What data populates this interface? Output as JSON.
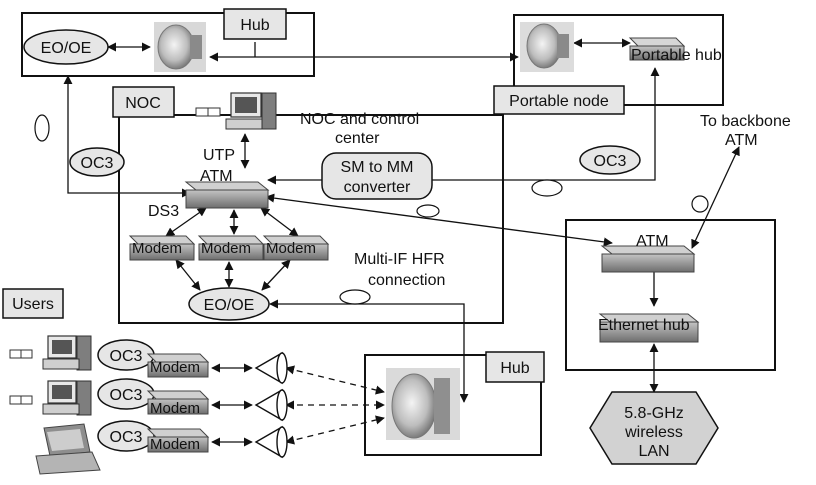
{
  "colors": {
    "background": "#ffffff",
    "line": "#111111",
    "label_box_fill": "#e6e6e6",
    "device_fill": "#9a9a9a",
    "device_dark": "#5a5a5a",
    "hexagon_fill": "#d2d2d2"
  },
  "labels": {
    "hub_top": "Hub",
    "eo_oe_top": "EO/OE",
    "portable_hub": "Portable hub",
    "portable_node": "Portable node",
    "noc": "NOC",
    "noc_control_line1": "NOC and control",
    "noc_control_line2": "center",
    "utp": "UTP",
    "atm_noc": "ATM",
    "sm_mm_line1": "SM to MM",
    "sm_mm_line2": "converter",
    "oc3_left": "OC3",
    "oc3_right": "OC3",
    "ds3": "DS3",
    "modem_1": "Modem",
    "modem_2": "Modem",
    "modem_3": "Modem",
    "multi_if_line1": "Multi-IF HFR",
    "multi_if_line2": "connection",
    "eo_oe_noc": "EO/OE",
    "to_backbone_line1": "To backbone",
    "to_backbone_line2": "ATM",
    "atm_lan": "ATM",
    "ethernet_hub": "Ethernet hub",
    "wlan_line1": "5.8-GHz",
    "wlan_line2": "wireless",
    "wlan_line3": "LAN",
    "users": "Users",
    "user_oc3_1": "OC3",
    "user_oc3_2": "OC3",
    "user_oc3_3": "OC3",
    "user_modem_1": "Modem",
    "user_modem_2": "Modem",
    "user_modem_3": "Modem",
    "hub_bottom": "Hub"
  },
  "icons": {
    "antenna_dish": "dish-antenna-icon",
    "computer": "desktop-computer-icon",
    "laptop": "laptop-icon",
    "horn": "horn-antenna-icon"
  }
}
